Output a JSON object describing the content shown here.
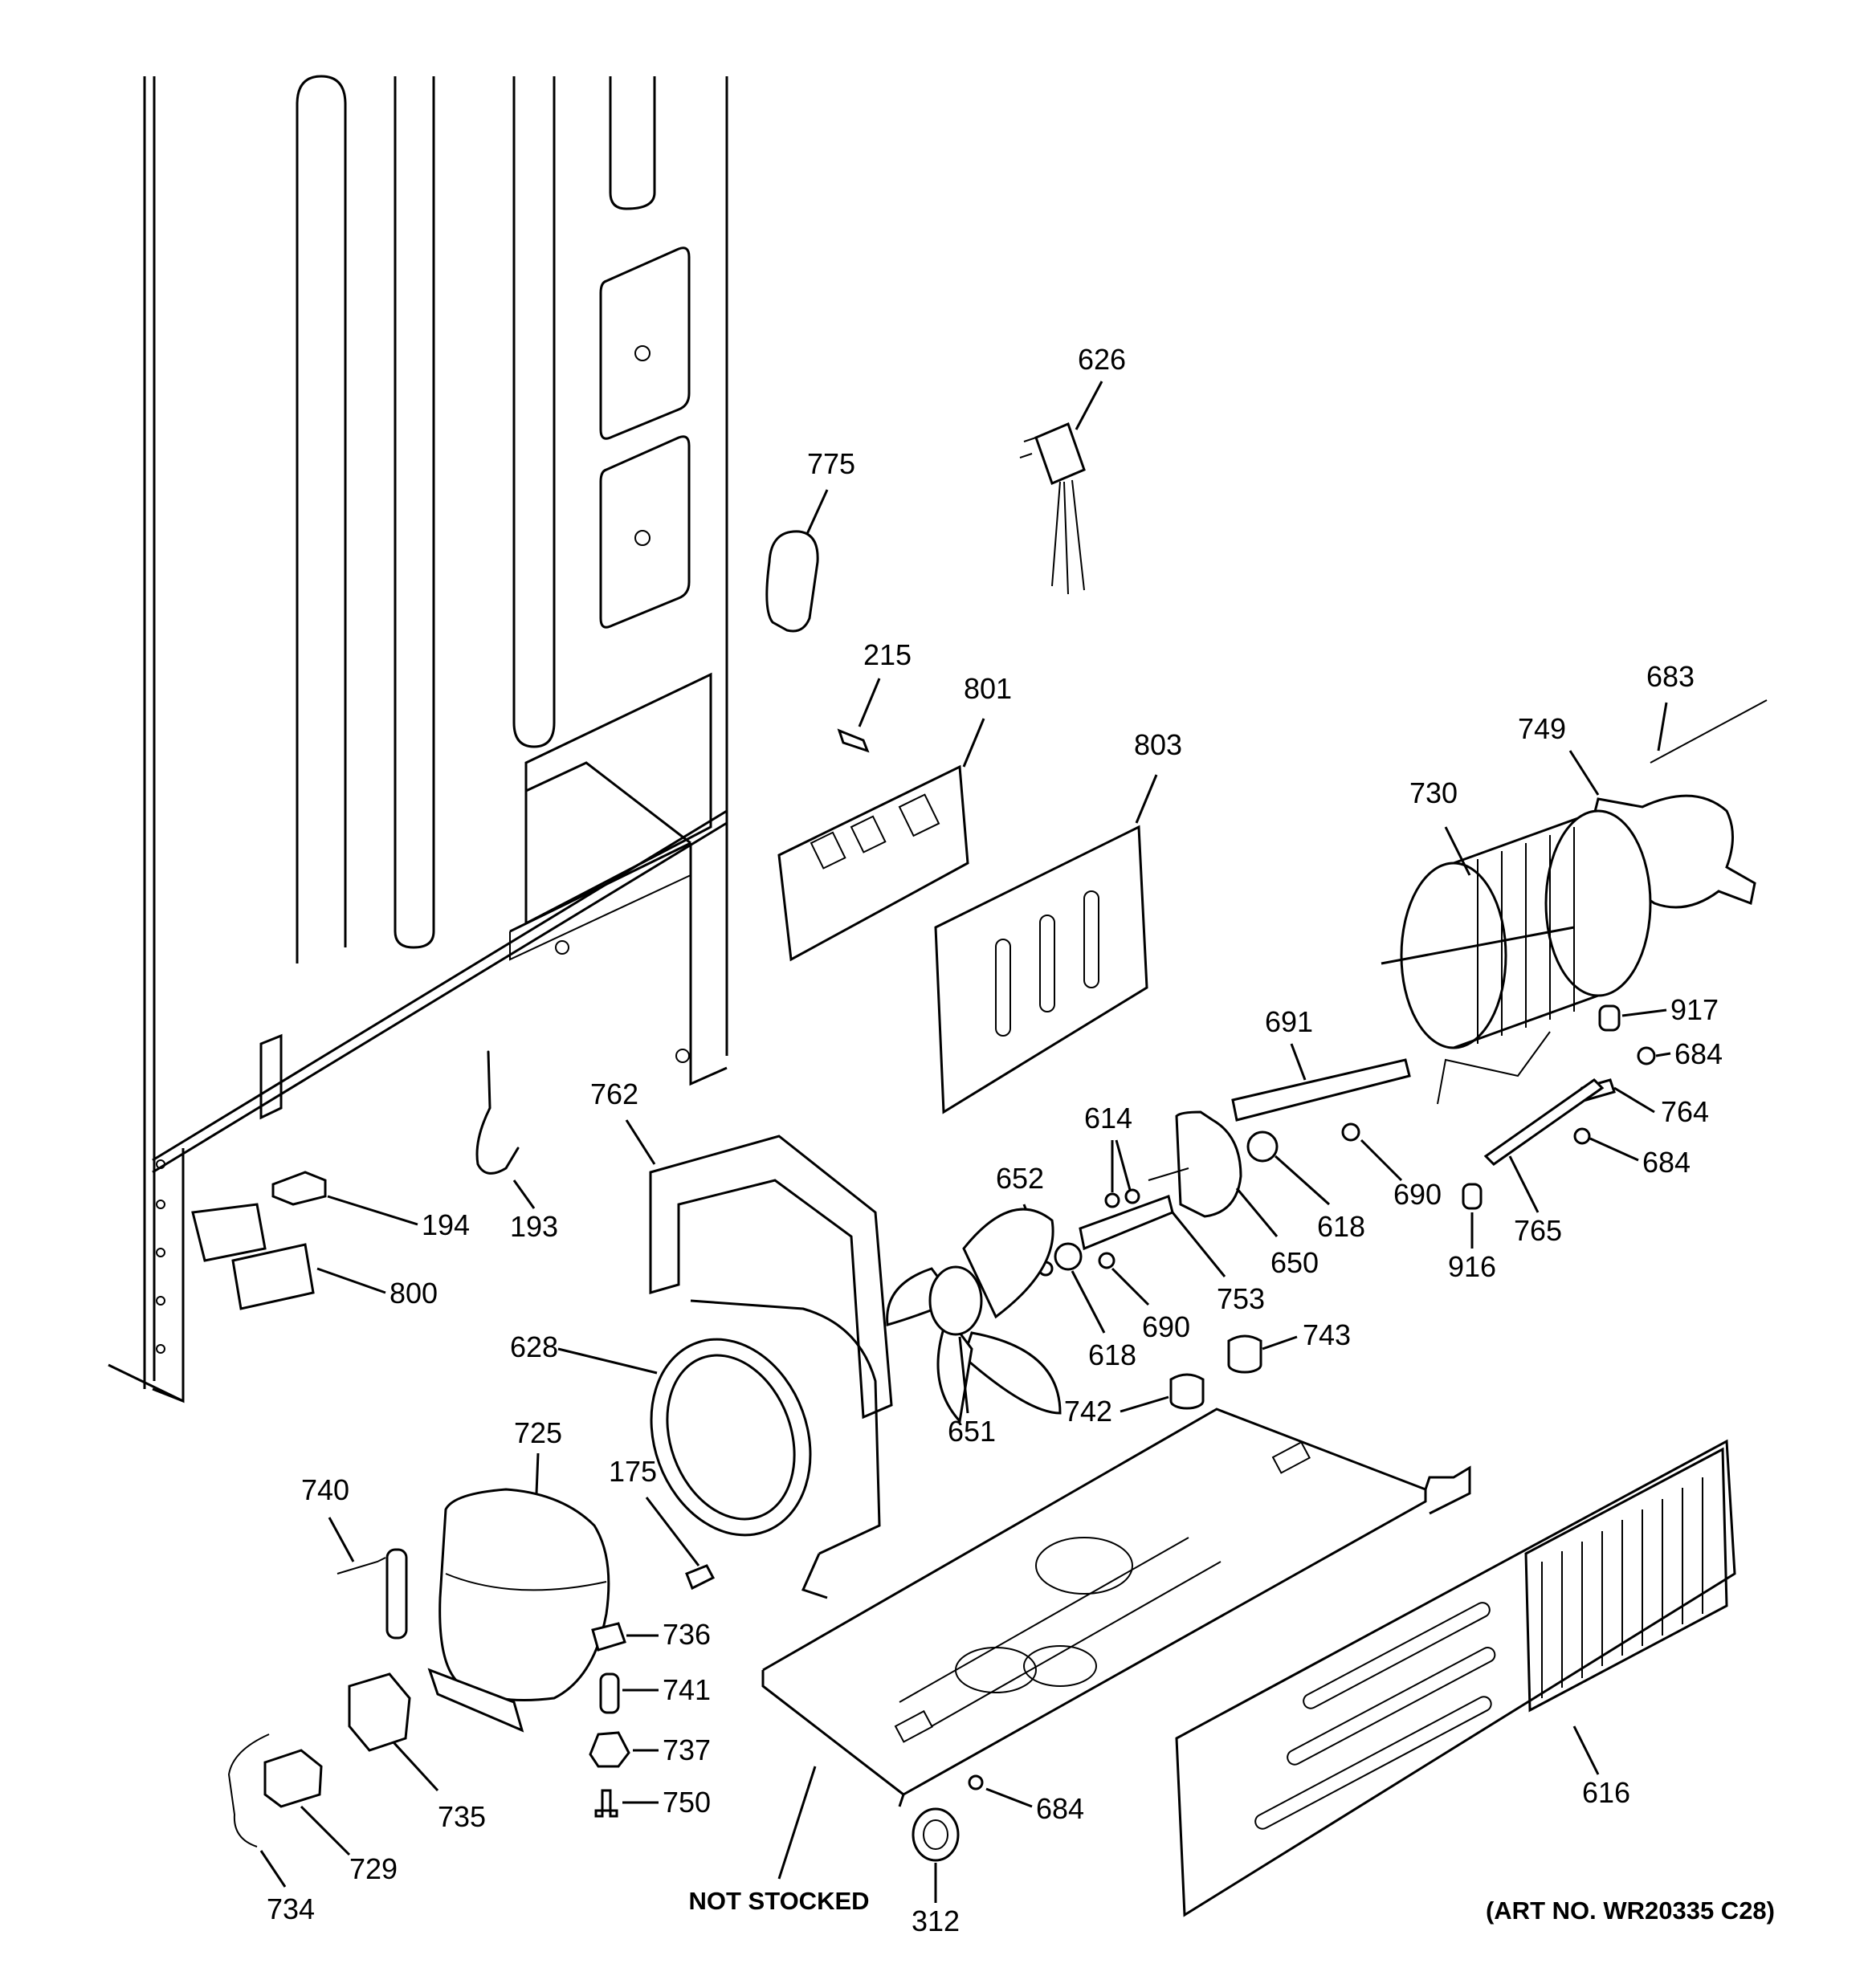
{
  "diagram": {
    "labels": {
      "l626": "626",
      "l775": "775",
      "l215": "215",
      "l801": "801",
      "l803": "803",
      "l683": "683",
      "l749": "749",
      "l730": "730",
      "l917": "917",
      "l684a": "684",
      "l691": "691",
      "l764": "764",
      "l684b": "684",
      "l765": "765",
      "l916": "916",
      "l690a": "690",
      "l618a": "618",
      "l614": "614",
      "l650": "650",
      "l753": "753",
      "l652": "652",
      "l690b": "690",
      "l618b": "618",
      "l743": "743",
      "l742": "742",
      "l762": "762",
      "l194": "194",
      "l193": "193",
      "l800": "800",
      "l628": "628",
      "l651": "651",
      "l725": "725",
      "l740": "740",
      "l175": "175",
      "l736": "736",
      "l741": "741",
      "l737": "737",
      "l750": "750",
      "l735": "735",
      "l729": "729",
      "l734": "734",
      "l684c": "684",
      "l312": "312",
      "l616": "616"
    },
    "not_stocked": "NOT STOCKED",
    "art_no": "(ART NO. WR20335 C28)"
  }
}
